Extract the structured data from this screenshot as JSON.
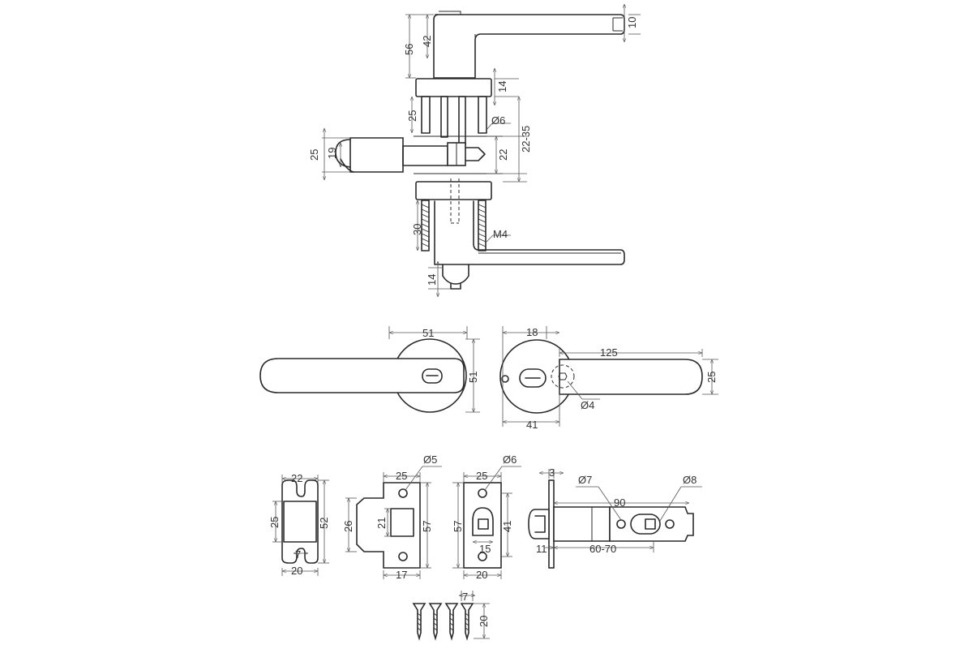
{
  "dimensions": {
    "side_view": {
      "d10": "10",
      "d42": "42",
      "d56": "56",
      "d14_rose": "14",
      "d25_stud": "25",
      "d_phi6": "Ø6",
      "d22": "22",
      "d22_35": "22-35",
      "d25_turn": "25",
      "d19": "19",
      "d30": "30",
      "d_m4": "M4",
      "d14_bottom": "14"
    },
    "front_outer": {
      "width51": "51",
      "height51": "51"
    },
    "front_inner": {
      "d18": "18",
      "d125": "125",
      "d25": "25",
      "d_phi4": "Ø4",
      "d41": "41"
    },
    "strike_plate": {
      "d22": "22",
      "d25": "25",
      "d52": "52",
      "d7": "7",
      "d20": "20"
    },
    "latch_face_a": {
      "d25": "25",
      "d_phi5": "Ø5",
      "d26": "26",
      "d21": "21",
      "d57": "57",
      "d17": "17"
    },
    "latch_face_b": {
      "d25": "25",
      "d_phi6": "Ø6",
      "d57": "57",
      "d41": "41",
      "d15": "15",
      "d20": "20"
    },
    "latch_body": {
      "d3": "3",
      "d_phi7": "Ø7",
      "d90": "90",
      "d_phi8": "Ø8",
      "d11": "11",
      "d60_70": "60-70"
    },
    "screws": {
      "d7": "7",
      "d20": "20"
    }
  },
  "colors": {
    "line": "#2b2b2b",
    "dimension": "#555555",
    "background": "#ffffff"
  }
}
